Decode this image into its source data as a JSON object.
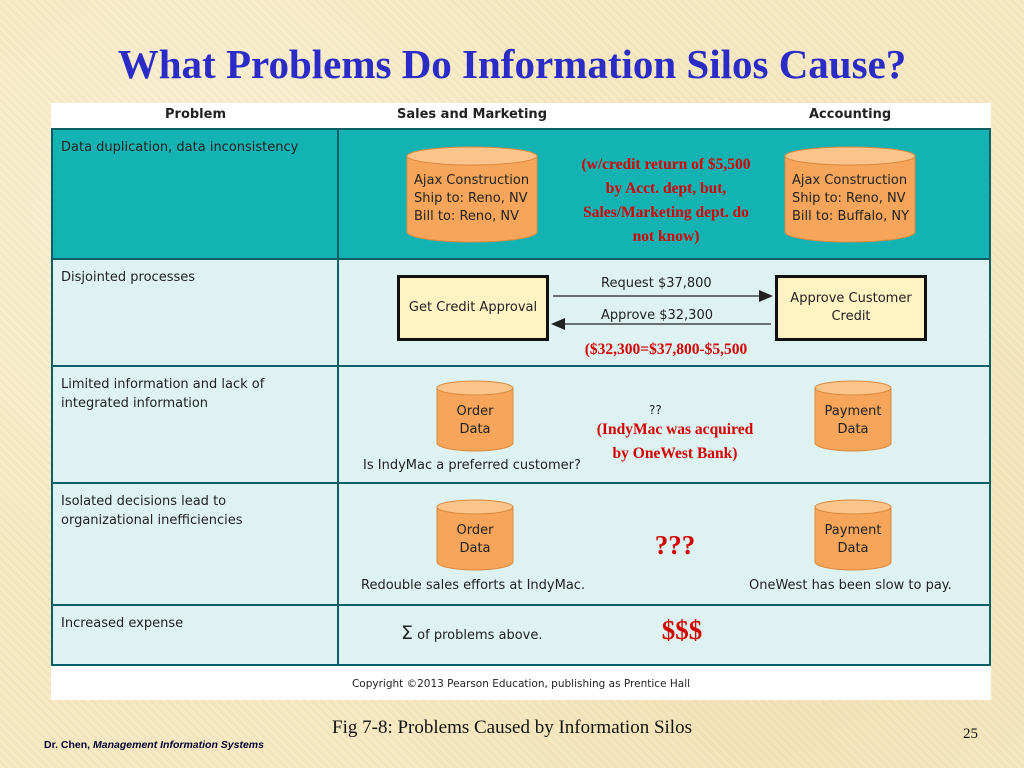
{
  "slide": {
    "title": "What Problems Do Information Silos Cause?",
    "caption": "Fig 7-8: Problems Caused by Information Silos",
    "footer_author": "Dr. Chen,",
    "footer_course": "Management Information Systems",
    "page_number": "25"
  },
  "figure": {
    "headers": {
      "problem": "Problem",
      "sales": "Sales and Marketing",
      "accounting": "Accounting"
    },
    "copyright": "Copyright ©2013 Pearson Education, publishing as Prentice Hall",
    "rows": {
      "r1": {
        "problem": "Data duplication, data inconsistency",
        "sales_cyl": [
          "Ajax Construction",
          "Ship to: Reno, NV",
          "Bill to: Reno, NV"
        ],
        "acct_cyl": [
          "Ajax Construction",
          "Ship to: Reno, NV",
          "Bill to: Buffalo, NY"
        ]
      },
      "r2": {
        "problem": "Disjointed processes",
        "left_box": "Get Credit Approval",
        "right_box_line1": "Approve Customer",
        "right_box_line2": "Credit",
        "request_label": "Request $37,800",
        "approve_label": "Approve $32,300"
      },
      "r3": {
        "problem_line1": "Limited information and lack of",
        "problem_line2": "integrated information",
        "order_data": [
          "Order",
          "Data"
        ],
        "payment_data": [
          "Payment",
          "Data"
        ],
        "question": "??",
        "note": "Is IndyMac a preferred customer?"
      },
      "r4": {
        "problem_line1": "Isolated decisions lead to",
        "problem_line2": "organizational inefficiencies",
        "order_data": [
          "Order",
          "Data"
        ],
        "payment_data": [
          "Payment",
          "Data"
        ],
        "sales_note": "Redouble sales efforts at IndyMac.",
        "acct_note": "OneWest has been slow to pay."
      },
      "r5": {
        "problem": "Increased expense",
        "sigma": "Σ",
        "note": "of problems above."
      }
    }
  },
  "annotations": {
    "credit_return": [
      "(w/credit return of $5,500",
      "by Acct. dept, but,",
      "Sales/Marketing dept. do",
      "not know)"
    ],
    "calc": "($32,300=$37,800-$5,500",
    "indymac": [
      "(IndyMac was acquired",
      "by OneWest Bank)"
    ],
    "question_marks": "???",
    "dollars": "$$$"
  },
  "colors": {
    "title": "#2b2bc8",
    "teal_row": "#14b3b3",
    "light_row": "#def2f2",
    "cylinder": "#f7a55a",
    "annotation": "#d40000"
  }
}
